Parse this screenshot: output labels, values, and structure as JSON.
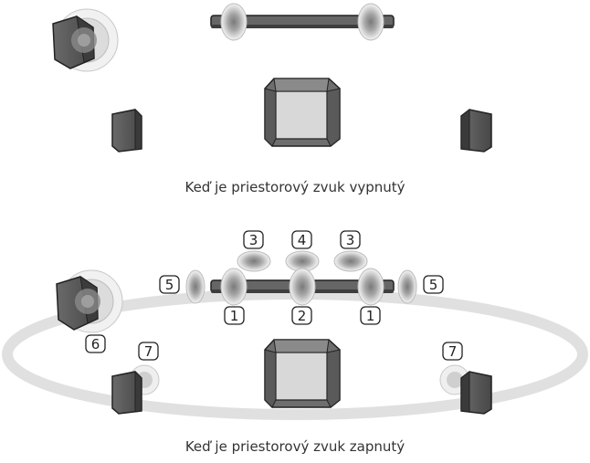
{
  "captions": {
    "off": "Keď je priestorový zvuk vypnutý",
    "on": "Keď je priestorový zvuk zapnutý"
  },
  "labels": {
    "front_left": "1",
    "front_center": "2",
    "front_right": "1",
    "top_left": "3",
    "top_center": "4",
    "top_right": "3",
    "side_left": "5",
    "side_right": "5",
    "subwoofer": "6",
    "rear_left": "7",
    "rear_right": "7"
  },
  "colors": {
    "speaker_body": "#5b5b5b",
    "speaker_edge": "#222222",
    "sofa_fill": "#d8d8d8",
    "sound_ring": "#bdbdbd",
    "surround_ring": "#dedede"
  }
}
